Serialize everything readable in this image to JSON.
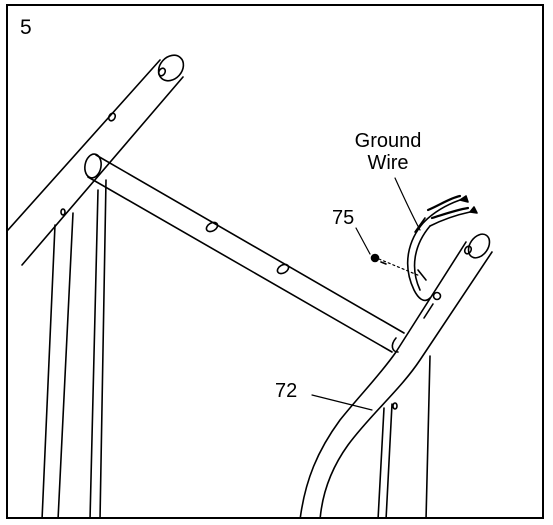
{
  "step_number": "5",
  "callouts": {
    "ground_wire_line1": "Ground",
    "ground_wire_line2": "Wire",
    "part_75": "75",
    "part_72": "72"
  },
  "colors": {
    "stroke": "#000000",
    "background": "#ffffff"
  }
}
